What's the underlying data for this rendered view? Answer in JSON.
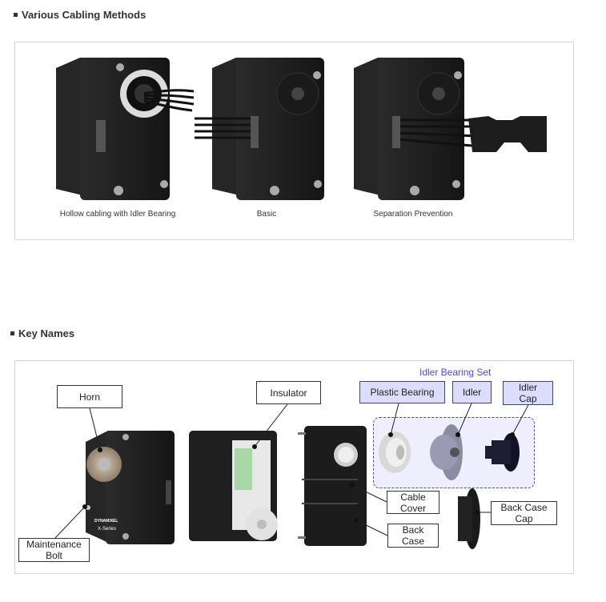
{
  "sections": {
    "cabling": {
      "title": "Various Cabling Methods",
      "captions": [
        "Hollow cabling with Idler Bearing",
        "Basic",
        "Separation Prevention"
      ]
    },
    "keynames": {
      "title": "Key Names",
      "labels": {
        "horn": "Horn",
        "insulator": "Insulator",
        "maintenance_bolt_1": "Maintenance",
        "maintenance_bolt_2": "Bolt",
        "plastic_bearing": "Plastic Bearing",
        "idler": "Idler",
        "idler_cap_1": "Idler",
        "idler_cap_2": "Cap",
        "cable_cover_1": "Cable",
        "cable_cover_2": "Cover",
        "back_case_1": "Back",
        "back_case_2": "Case",
        "back_case_cap_1": "Back Case",
        "back_case_cap_2": "Cap"
      },
      "idler_set_title": "Idler Bearing Set",
      "product_brand": "DYNAMIXEL",
      "product_series": "X-Series"
    }
  },
  "colors": {
    "servo_body": "#1b1b1b",
    "label_blue_fill": "#dcdcfb",
    "set_title": "#4a4ad0"
  }
}
